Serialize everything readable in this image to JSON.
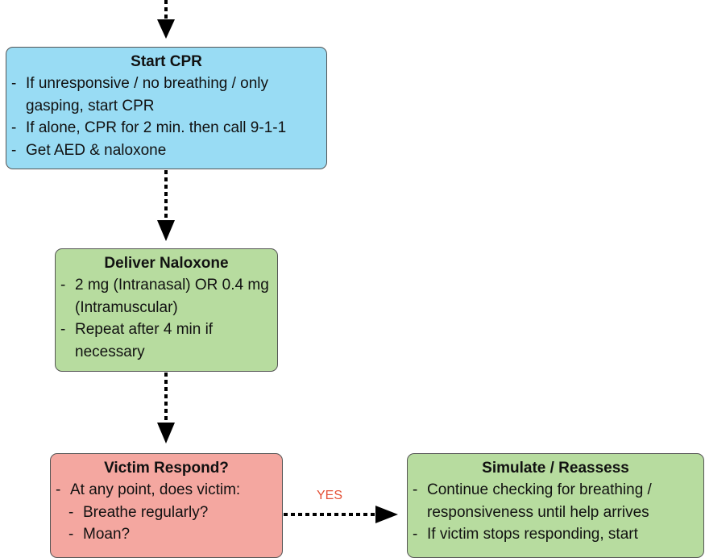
{
  "start_cpr": {
    "title": "Start CPR",
    "items": [
      "If unresponsive / no breathing / only gasping, start CPR",
      "If alone, CPR for 2 min. then call 9-1-1",
      "Get AED & naloxone"
    ]
  },
  "deliver_naloxone": {
    "title": "Deliver Naloxone",
    "items": [
      "2 mg (Intranasal) OR 0.4 mg (Intramuscular)",
      "Repeat after 4 min if necessary"
    ]
  },
  "victim_respond": {
    "title": "Victim Respond?",
    "items": [
      "At any point, does victim:"
    ],
    "subitems": [
      "Breathe regularly?",
      "Moan?"
    ]
  },
  "yes_label": "YES",
  "simulate": {
    "title": "Simulate / Reassess",
    "items": [
      "Continue checking for breathing / responsiveness until help arrives",
      "If victim stops responding, start"
    ]
  },
  "colors": {
    "cpr_fill": "#99dcf4",
    "naloxone_fill": "#b7dc9f",
    "victim_fill": "#f4a7a0",
    "simulate_fill": "#b7dc9f",
    "yes_color": "#e45036"
  }
}
